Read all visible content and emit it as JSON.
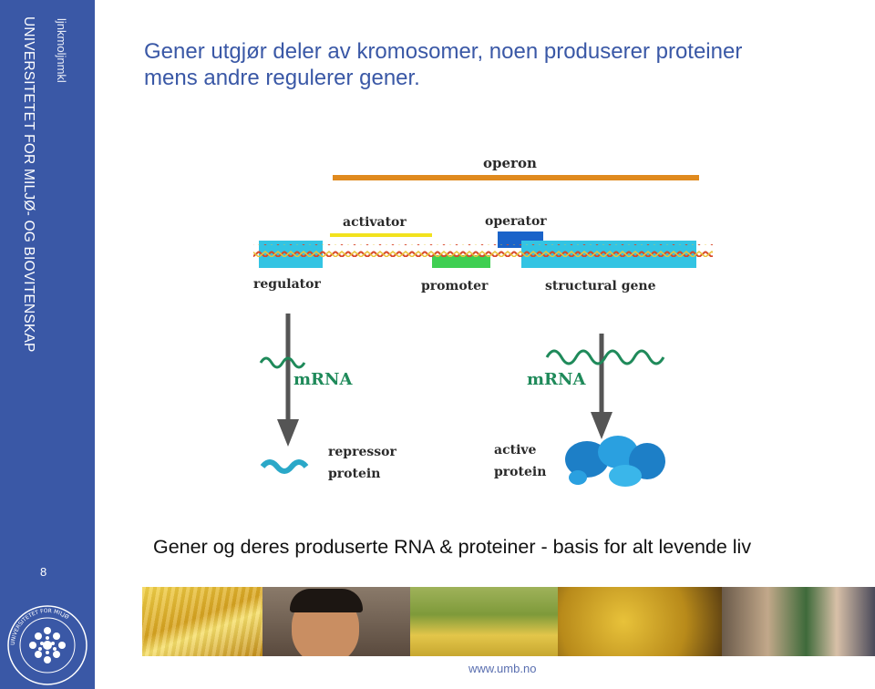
{
  "sidebar": {
    "institution": "UNIVERSITETET FOR MILJØ- OG BIOVITENSKAP",
    "code": "ljnkmoljnmkl",
    "page_number": "8",
    "logo_text": "UNIVERSITETET FOR MILJØ- OG BIOVITENSKAP"
  },
  "heading": {
    "line1": "Gener utgjør deler av kromosomer, noen produserer proteiner",
    "line2": "mens andre regulerer gener."
  },
  "diagram": {
    "operon": "operon",
    "activator": "activator",
    "operator": "operator",
    "regulator": "regulator",
    "promoter": "promoter",
    "structural_gene": "structural gene",
    "mrna_left": "mRNA",
    "mrna_right": "mRNA",
    "repressor_line1": "repressor",
    "repressor_line2": "protein",
    "active_line1": "active",
    "active_line2": "protein",
    "colors": {
      "operon": "#e08a1e",
      "activator": "#f2e21e",
      "operator": "#1a63c9",
      "promoter": "#3fcf52",
      "cyan_region": "#33c4e3",
      "dna": "#d84a2a",
      "mrna": "#1f8a5a",
      "arrow": "#555555"
    }
  },
  "caption": "Gener og deres produserte RNA & proteiner - basis for alt levende liv",
  "footer": {
    "url": "www.umb.no"
  },
  "photos": [
    "corn-photo",
    "child-eating-photo",
    "rice-field-photo",
    "bananas-photo",
    "people-crowd-photo"
  ]
}
